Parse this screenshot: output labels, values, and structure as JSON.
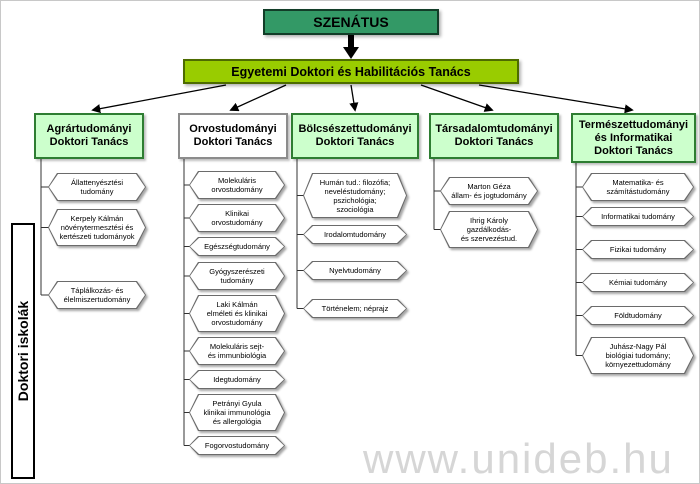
{
  "diagram": {
    "senate": {
      "label": "SZENÁTUS"
    },
    "university_council": {
      "label": "Egyetemi Doktori és Habilitációs Tanács"
    },
    "side_label": "Doktori iskolák",
    "watermark": "www.unideb.hu",
    "colors": {
      "senate_fill": "#339966",
      "university_council_fill": "#99cc00",
      "council_fill_green": "#ccffcc",
      "council_fill_white": "#ffffff",
      "council_border_green": "#2e7d32",
      "node_fill": "#ffffff",
      "node_border": "#6b6b6b",
      "arrow_color": "#000000"
    },
    "councils": [
      {
        "label": "Agrártudományi\nDoktori Tanács",
        "style": "green",
        "schools": [
          {
            "label": "Állattenyésztési\ntudomány"
          },
          {
            "label": "Kerpely Kálmán\nnövénytermesztési és\nkertészeti tudományok"
          },
          {
            "label": "Táplálkozás- és\nélelmiszertudomány"
          }
        ]
      },
      {
        "label": "Orvostudományi\nDoktori Tanács",
        "style": "white",
        "schools": [
          {
            "label": "Molekuláris\norvostudomány"
          },
          {
            "label": "Klinikai\norvostudomány"
          },
          {
            "label": "Egészségtudomány"
          },
          {
            "label": "Gyógyszerészeti\ntudomány"
          },
          {
            "label": "Laki Kálmán\nelméleti és klinikai\norvostudomány"
          },
          {
            "label": "Molekuláris sejt-\nés immunbiológia"
          },
          {
            "label": "Idegtudomány"
          },
          {
            "label": "Petrányi Gyula\nklinikai immunológia\nés allergológia"
          },
          {
            "label": "Fogorvostudomány"
          }
        ]
      },
      {
        "label": "Bölcsészettudományi\nDoktori Tanács",
        "style": "green",
        "schools": [
          {
            "label": "Humán tud.: filozófia;\nneveléstudomány;\npszichológia;\nszociológia"
          },
          {
            "label": "Irodalomtudomány"
          },
          {
            "label": "Nyelvtudomány"
          },
          {
            "label": "Történelem; néprajz"
          }
        ]
      },
      {
        "label": "Társadalomtudományi\nDoktori Tanács",
        "style": "green",
        "schools": [
          {
            "label": "Marton Géza\nállam- és jogtudomány"
          },
          {
            "label": "Ihrig Károly\ngazdálkodás-\nés szervezéstud."
          }
        ]
      },
      {
        "label": "Természettudományi\nés Informatikai\nDoktori Tanács",
        "style": "green",
        "schools": [
          {
            "label": "Matematika- és\nszámítástudomány"
          },
          {
            "label": "Informatikai tudomány"
          },
          {
            "label": "Fizikai tudomány"
          },
          {
            "label": "Kémiai tudomány"
          },
          {
            "label": "Földtudomány"
          },
          {
            "label": "Juhász-Nagy Pál\nbiológiai tudomány;\nkörnyezettudomány"
          }
        ]
      }
    ]
  }
}
